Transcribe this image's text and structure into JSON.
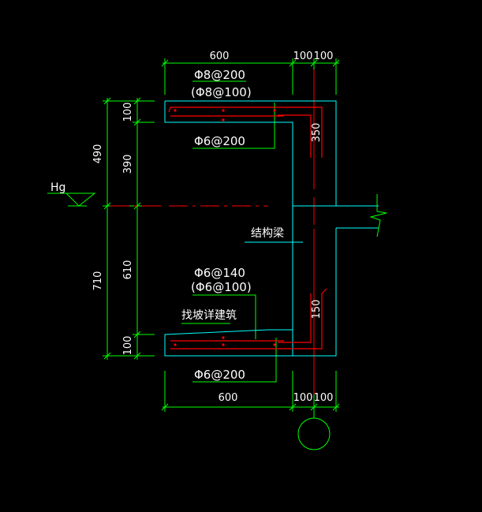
{
  "dimensions": {
    "top_width": "600",
    "top_right_a": "100",
    "top_right_b": "100",
    "bottom_width": "600",
    "bottom_right_a": "100",
    "bottom_right_b": "100",
    "left_upper_total": "490",
    "left_upper_slab": "100",
    "left_upper_gap": "390",
    "left_lower_total": "710",
    "left_lower_gap": "610",
    "left_lower_slab": "100",
    "wall_upper": "350",
    "wall_lower": "150"
  },
  "labels": {
    "elevation": "Hg",
    "top_rebar_main": "Φ8@200",
    "top_rebar_alt": "(Φ8@100)",
    "top_rebar_dist": "Φ6@200",
    "beam": "结构梁",
    "bottom_rebar_main": "Φ6@140",
    "bottom_rebar_alt": "(Φ6@100)",
    "slope_note": "找坡详建筑",
    "bottom_rebar_dist": "Φ6@200"
  },
  "colors": {
    "background": "#000000",
    "dimension_line": "#00ff00",
    "outline": "#00ffff",
    "rebar": "#ff0000",
    "axis": "#ff0000",
    "text": "#ffffff"
  }
}
